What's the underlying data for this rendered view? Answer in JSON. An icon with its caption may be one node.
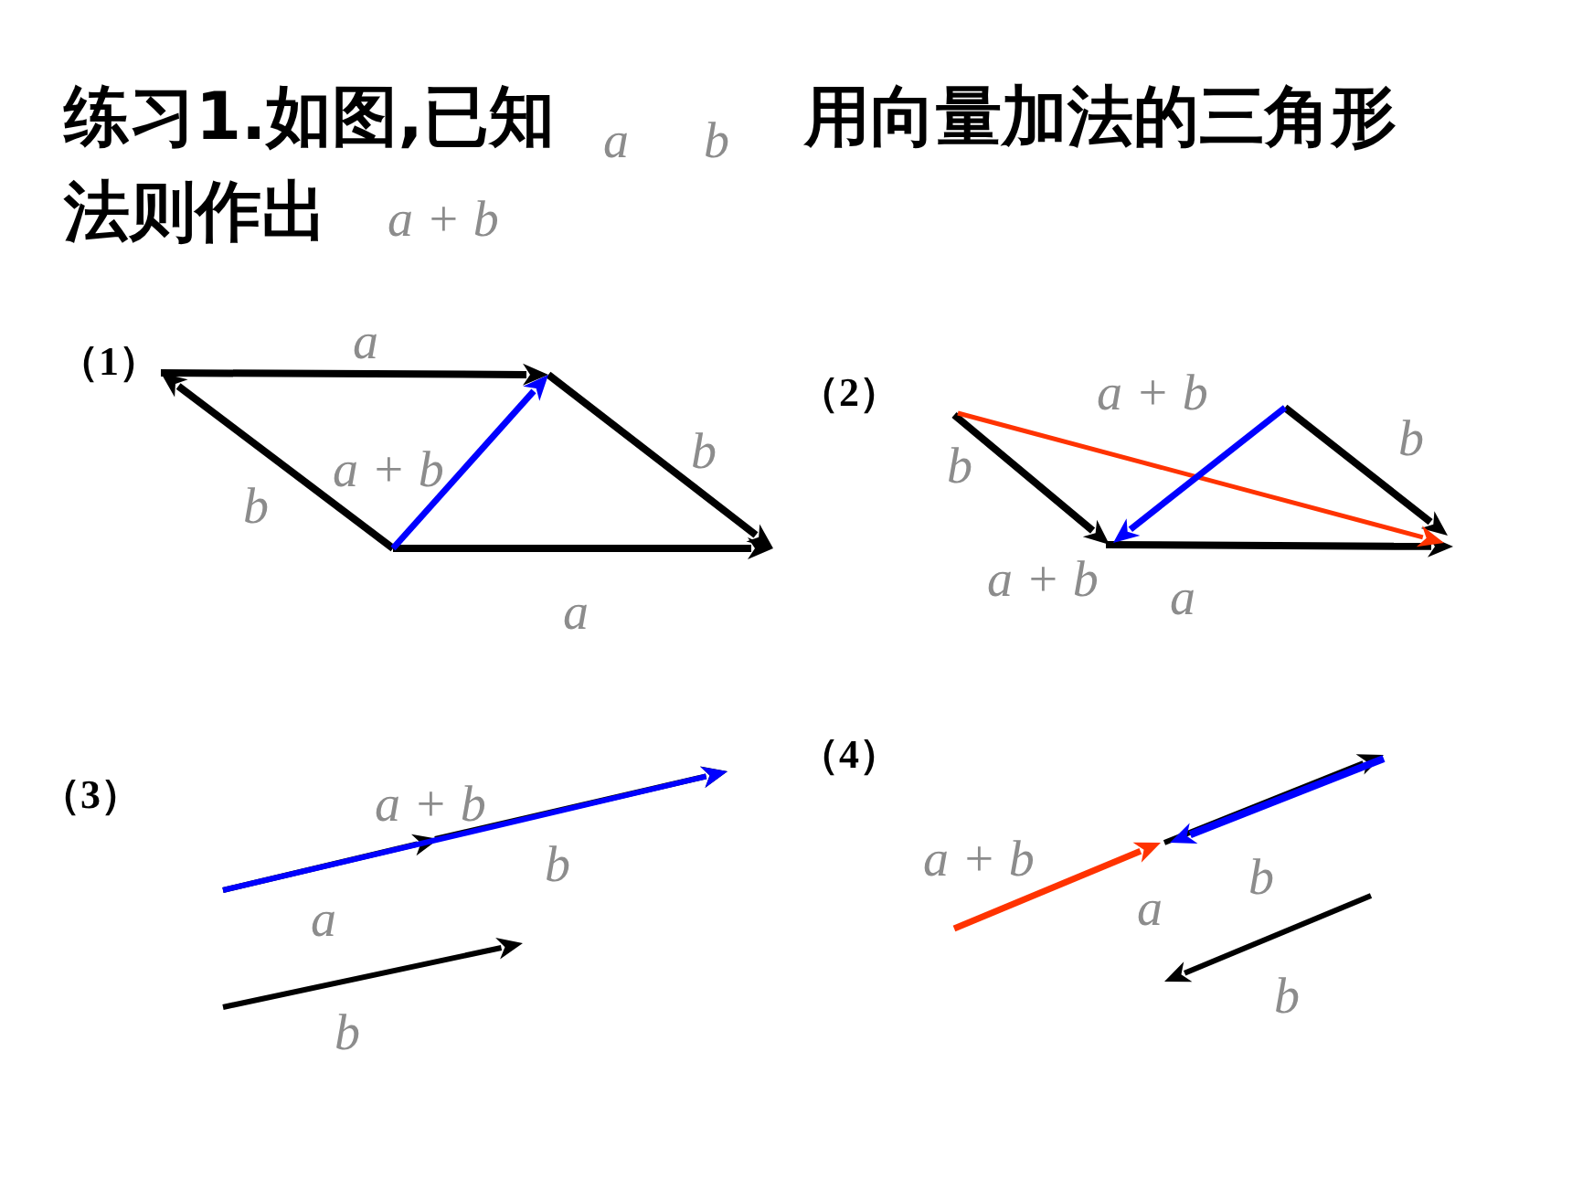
{
  "diagram": {
    "labels": [
      "练习1.如图,已知",
      "a",
      "b",
      "用向量加法的三角形",
      "法则作出",
      "a + b",
      "（1）",
      "a",
      "b",
      "a + b",
      "b",
      "a",
      "（2）",
      "a + b",
      "b",
      "a + b",
      "b",
      "a",
      "（4）",
      "（3）",
      "a + b",
      "a + b",
      "b",
      "a",
      "b",
      "a",
      "b",
      "b"
    ]
  }
}
